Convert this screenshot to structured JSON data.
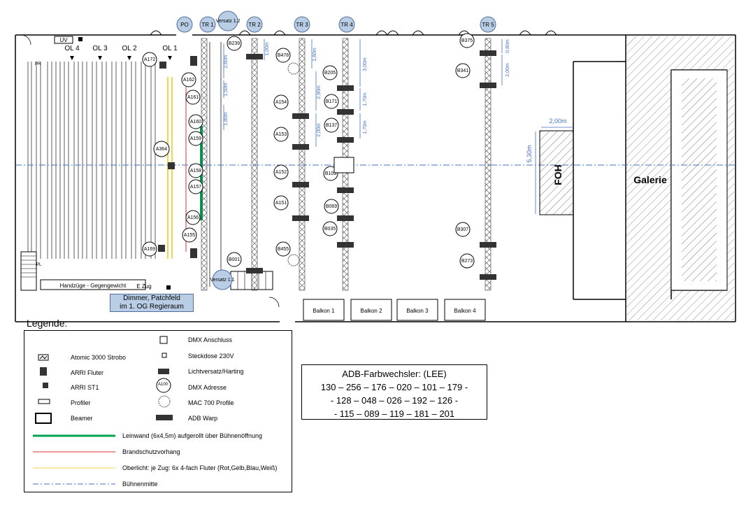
{
  "header_labels": {
    "ol4": "OL 4",
    "ol3": "OL 3",
    "ol2": "OL 2",
    "ol1": "OL 1",
    "uv": "UV",
    "pr": "PR",
    "pl": "PL"
  },
  "trusses": [
    {
      "id": "po",
      "label": "PO"
    },
    {
      "id": "tr1",
      "label": "TR 1"
    },
    {
      "id": "versatz12",
      "label": "Versatz 1.2"
    },
    {
      "id": "tr2",
      "label": "TR 2"
    },
    {
      "id": "tr3",
      "label": "TR 3"
    },
    {
      "id": "tr4",
      "label": "TR 4"
    },
    {
      "id": "tr5",
      "label": "TR 5"
    },
    {
      "id": "versatz11",
      "label": "Versatz 1.1"
    }
  ],
  "fixtures": [
    "A172",
    "A162",
    "A161",
    "A160",
    "A159",
    "A364",
    "A158",
    "A157",
    "A156",
    "A155",
    "A169",
    "B239",
    "B478",
    "B455",
    "B001",
    "A154",
    "A153",
    "A152",
    "A151",
    "B205",
    "B171",
    "B137",
    "B103",
    "B069",
    "B035",
    "B375",
    "B341",
    "B307",
    "B273"
  ],
  "dimensions": [
    "2,60m",
    "1,50m",
    "1,80m",
    "1,00m",
    "1,80m",
    "2,90m",
    "2,00m",
    "3,00m",
    "1,70m",
    "1,70m",
    "0,80m",
    "2,00m",
    "2,00m",
    "5,30m"
  ],
  "foh": {
    "label": "FOH"
  },
  "galerie": {
    "label": "Galerie"
  },
  "balconies": [
    "Balkon 1",
    "Balkon 2",
    "Balkon 3",
    "Balkon 4"
  ],
  "handzuege": "Handzüge - Gegengewicht",
  "ezug": "E Zug",
  "dimmer_note": {
    "line1": "Dimmer, Patchfeld",
    "line2": "im 1. OG Regieraum"
  },
  "legend": {
    "title": "Legende:",
    "items": {
      "strobo": "Atomic 3000 Strobo",
      "fluter": "ARRI Fluter",
      "st1": "ARRI ST1",
      "profiler": "Profiler",
      "beamer": "Beamer",
      "dmx_anschluss": "DMX Anschluss",
      "steckdose": "Steckdose 230V",
      "lichtversatz": "Lichtversatz/Harting",
      "dmx_adresse": "DMX Adresse",
      "dmx_adresse_sym": "A100",
      "mac700": "MAC 700 Profile",
      "adb_warp": "ADB Warp",
      "leinwand": "Leinwand (6x4,5m) aufgerollt über Bühnenöffnung",
      "brandschutz": "Brandschutzvorhang",
      "oberlicht": "Oberlicht: je Zug: 6x 4-fach Fluter (Rot,Gelb,Blau,Weiß)",
      "buehnenmitte": "Bühnenmitte"
    }
  },
  "adb": {
    "title": "ADB-Farbwechsler: (LEE)",
    "line1": "130 – 256 – 176 – 020 – 101 – 179 -",
    "line2": "- 128 – 048 – 026 – 192 – 126 -",
    "line3": "- 115 – 089 – 119 – 181 – 201"
  },
  "colors": {
    "blue_circle": "#b9cde5",
    "dim_blue": "#4472c4",
    "green": "#00a651",
    "red": "#e0302a",
    "yellow": "#f2d64b"
  }
}
